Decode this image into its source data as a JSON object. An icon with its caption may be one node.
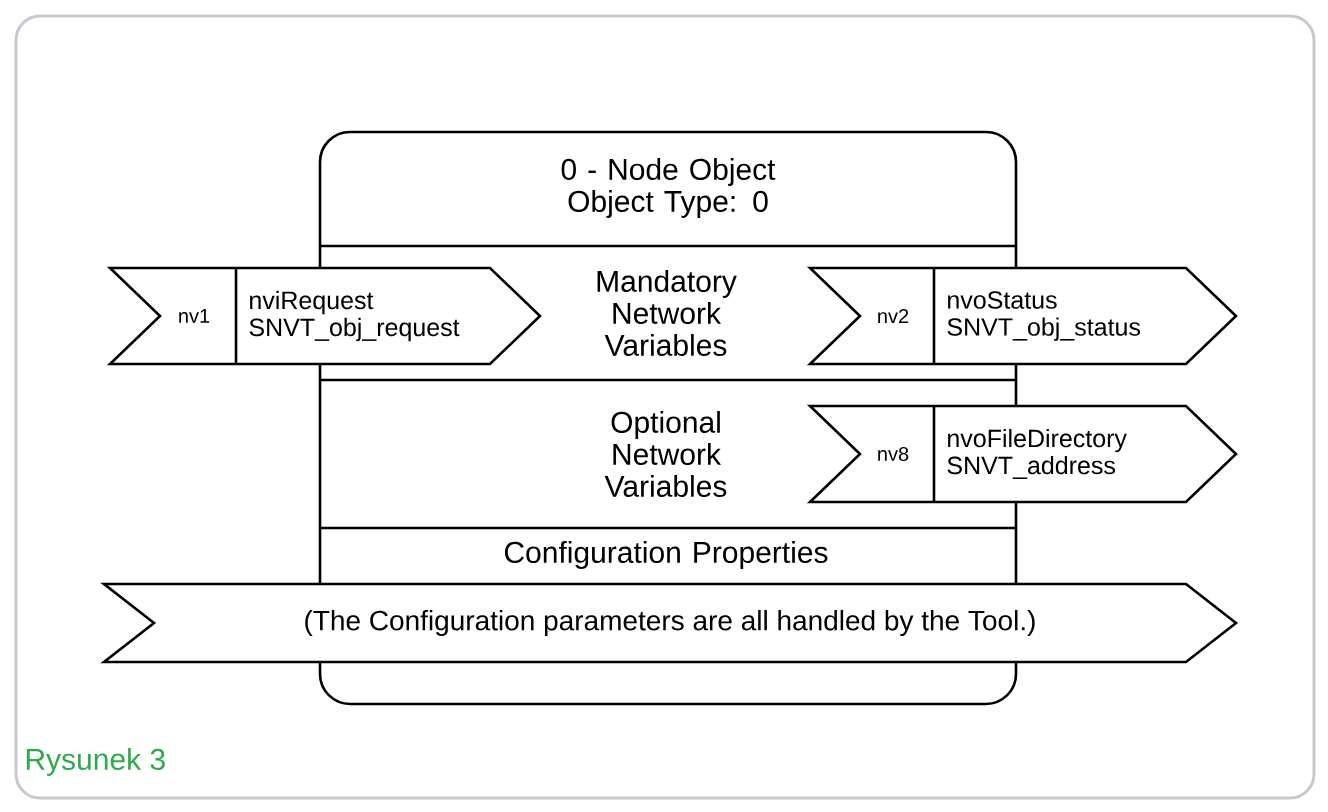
{
  "diagram": {
    "caption": "Rysunek 3",
    "nodes": [
      {
        "text": [
          "0 - Node Object Object Type: 0"
        ]
      },
      {
        "text": [
          "Mandatory Network Variables"
        ],
        "in": 0
      },
      {
        "text": [
          "Optional Network Variables"
        ],
        "in": 0
      },
      {
        "text": [
          "Configuration Properties"
        ],
        "in": 0
      },
      {
        "text": [
          "nv1",
          "nviRequest SNVT_obj_request"
        ]
      },
      {
        "text": [
          "nv2",
          "nvoStatus SNVT_obj_status"
        ]
      },
      {
        "text": [
          "nv8",
          "nvoFileDirectory SNVT_address"
        ]
      },
      {
        "text": [
          "(The Configuration parameters are all handled by the Tool.)"
        ]
      }
    ]
  }
}
